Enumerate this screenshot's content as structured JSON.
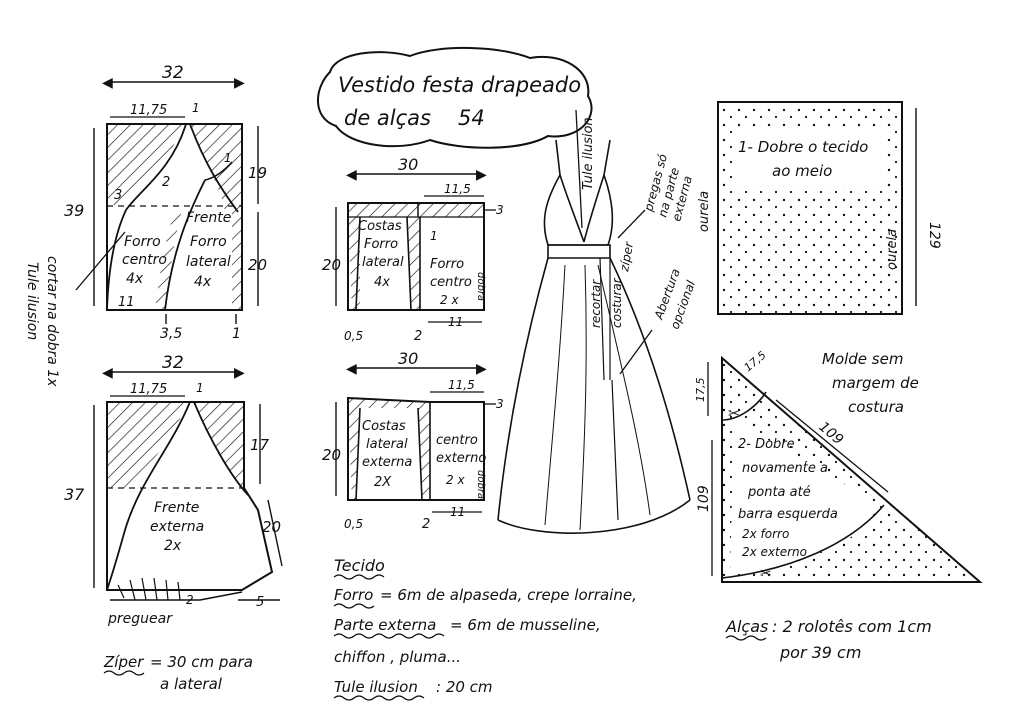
{
  "title": {
    "line1": "Vestido festa drapeado",
    "line2": "de alças",
    "number": "54"
  },
  "front_lining": {
    "width": "32",
    "top_width": "11,75",
    "mark_top": "1",
    "mark_side": "1",
    "height_total": "39",
    "height_upper": "19",
    "height_lower": "20",
    "left_offset": "3",
    "curve_mark": "2",
    "bottom_width": "11",
    "bottom_left": "3,5",
    "bottom_right": "1",
    "piece_center": [
      "Forro",
      "centro",
      "4x"
    ],
    "piece_lateral": [
      "Frente",
      "Forro",
      "lateral",
      "4x"
    ],
    "side_note": [
      "Tule ilusion",
      "cortar na dobra 1x"
    ]
  },
  "front_outer": {
    "width": "32",
    "top_width": "11,75",
    "mark_top": "1",
    "height_total": "37",
    "height_upper": "17",
    "diag": "20",
    "hem_mark": "2",
    "hem_extra": "5",
    "piece": [
      "Frente",
      "externa",
      "2x"
    ],
    "gather_label": "preguear"
  },
  "back_lining": {
    "width": "30",
    "top_width": "11,5",
    "mark": "3",
    "notch": "1",
    "height": "20",
    "bottom_left": "0,5",
    "bottom_mid": "2",
    "bottom_width": "11",
    "piece_lateral": [
      "Costas",
      "Forro",
      "lateral",
      "4x"
    ],
    "piece_center": [
      "Forro",
      "centro",
      "2 x"
    ],
    "fold": "dobra"
  },
  "back_outer": {
    "width": "30",
    "top_width": "11,5",
    "mark": "3",
    "height": "20",
    "bottom_left": "0,5",
    "bottom_mid": "2",
    "bottom_width": "11",
    "piece_lateral": [
      "Costas",
      "lateral",
      "externa",
      "2X"
    ],
    "piece_center": [
      "centro",
      "externo",
      "2 x"
    ],
    "fold": "dobra"
  },
  "dress": {
    "tule": "Tule ilusion",
    "pregas": [
      "pregas só",
      "na parte",
      "externa"
    ],
    "ziper": "zíper",
    "recortar": "recortar",
    "costurar": "costurar",
    "abertura": [
      "Abertura",
      "opcional"
    ]
  },
  "fabric_rect": {
    "text": [
      "1- Dobre o tecido",
      "ao meio"
    ],
    "ourela": "ourela",
    "height": "129"
  },
  "triangle": {
    "a": "17,5",
    "b": "17,5",
    "hyp": "109",
    "side": "109",
    "text": [
      "2- Dobre",
      "novamente a",
      "ponta até",
      "barra esquerda",
      "2x forro",
      "2x externo"
    ]
  },
  "note": [
    "Molde sem",
    "margem de",
    "costura"
  ],
  "zipper_note": {
    "label": "Zíper",
    "text": "= 30 cm para",
    "text2": "a lateral"
  },
  "fabric": {
    "heading": "Tecido",
    "lines": [
      {
        "label": "Forro",
        "text": "= 6m  de alpaseda, crepe lorraine,"
      },
      {
        "label": "Parte externa",
        "text": "= 6m  de musseline,"
      },
      {
        "label": "",
        "text": "chiffon , pluma..."
      },
      {
        "label": "Tule ilusion",
        "text": ": 20 cm"
      }
    ]
  },
  "alcas": {
    "label": "Alças",
    "text": ": 2 rolotês com 1cm",
    "text2": "por 39 cm"
  }
}
